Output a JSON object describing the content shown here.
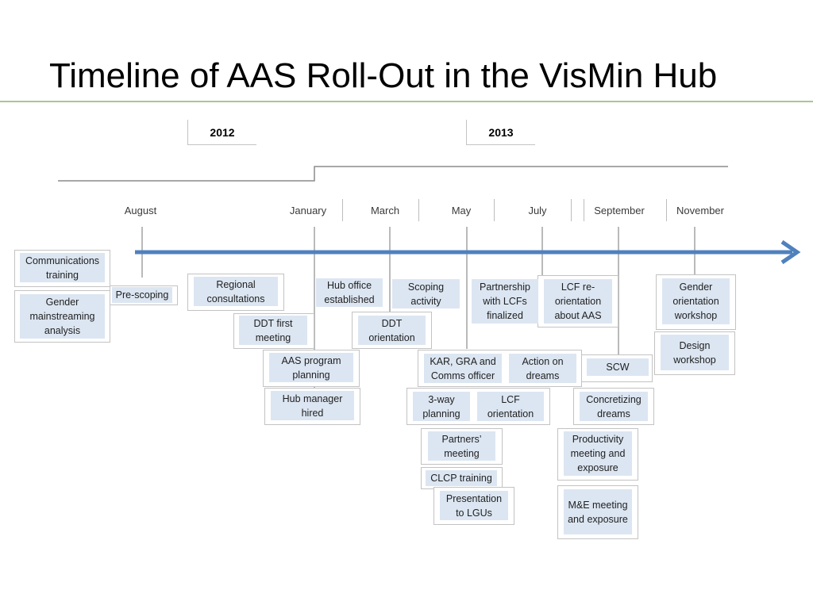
{
  "title": "Timeline of AAS Roll-Out in the VisMin Hub",
  "years": [
    "2012",
    "2013"
  ],
  "months": [
    "August",
    "January",
    "March",
    "May",
    "July",
    "September",
    "November"
  ],
  "activities": [
    "Communications training",
    "Gender mainstreaming analysis",
    "Pre-scoping",
    "Regional consultations",
    "DDT first meeting",
    "AAS program planning",
    "Hub manager hired",
    "Hub office established",
    "DDT orientation",
    "Scoping activity",
    "KAR, GRA and Comms officer",
    "3-way planning",
    "Partners’ meeting",
    "CLCP training",
    "Presentation to LGUs",
    "Partnership with LCFs finalized",
    "Action on dreams",
    "LCF orientation",
    "LCF re-orientation about AAS",
    "SCW",
    "Concretizing dreams",
    "Productivity meeting and exposure",
    "M&E meeting and exposure",
    "Gender orientation workshop",
    "Design workshop"
  ],
  "colors": {
    "arrow": "#4f81bd",
    "activity_fill": "#dce6f2",
    "title_rule": "#a7c88f",
    "frame_border": "#c3c3c3"
  }
}
